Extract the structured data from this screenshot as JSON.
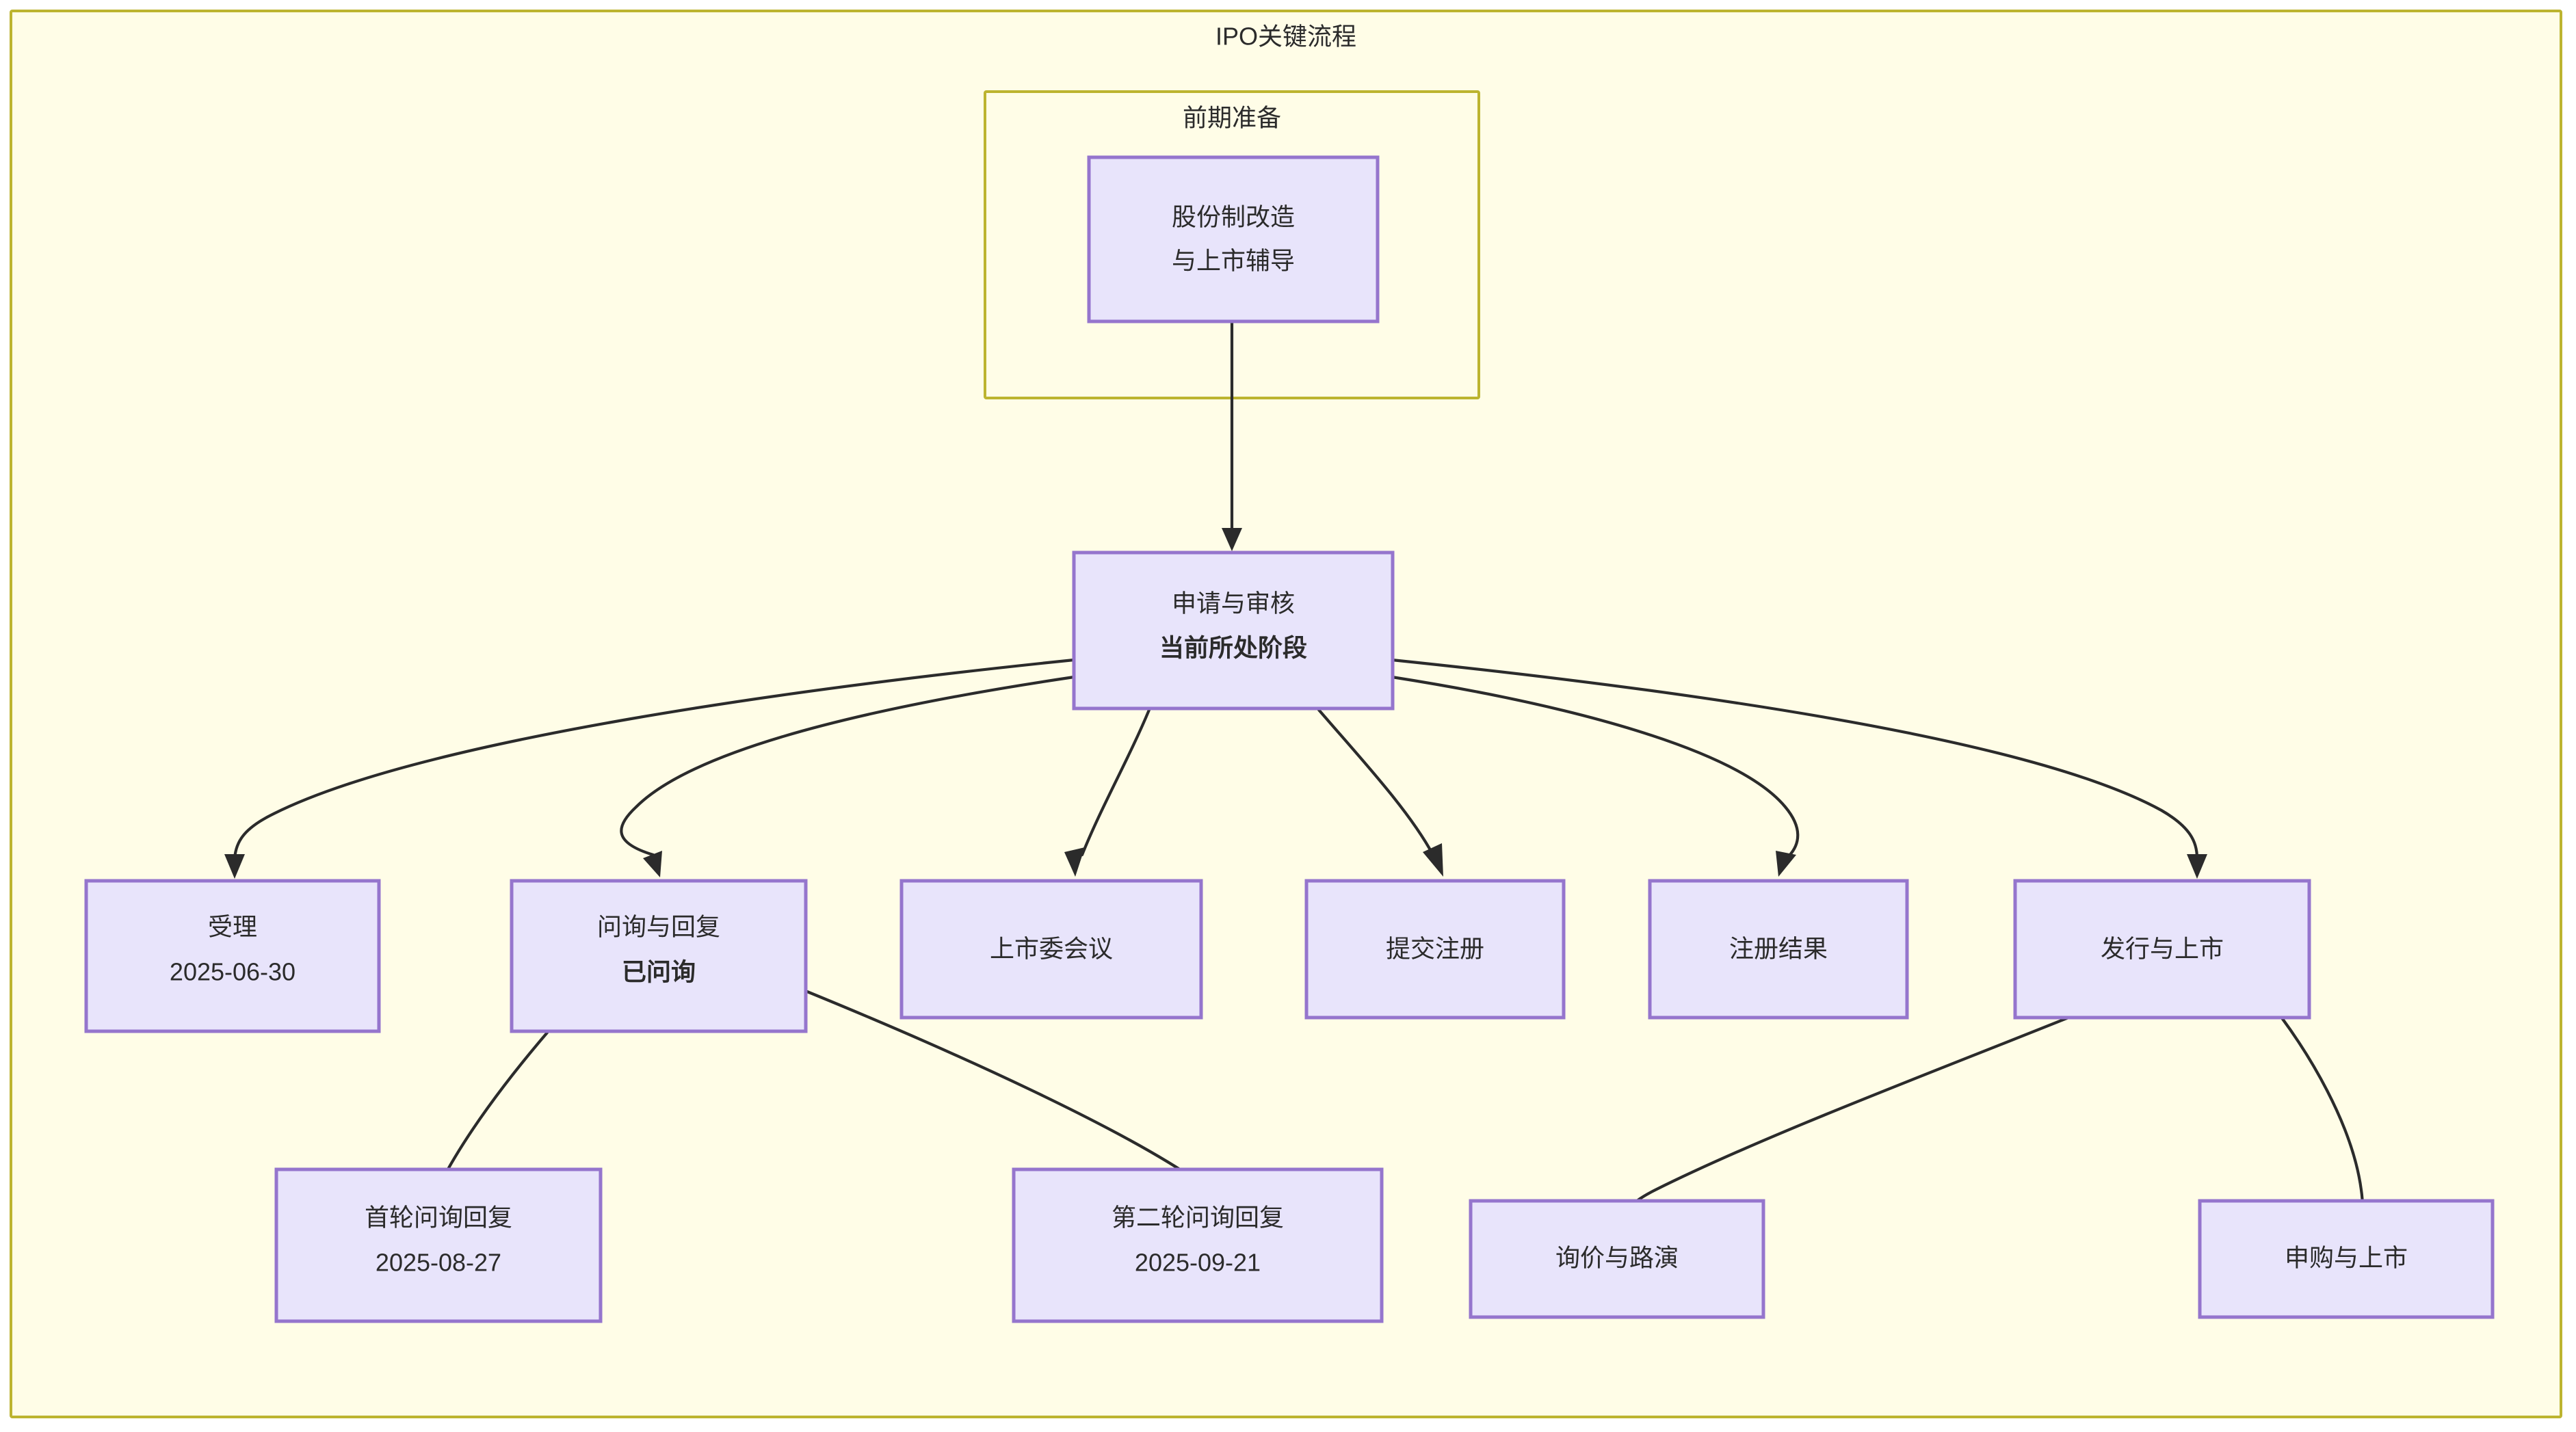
{
  "diagram": {
    "title": "IPO关键流程",
    "type": "flowchart",
    "direction": "top-down",
    "colors": {
      "frame_fill": "#fffde7",
      "frame_stroke": "#bcb430",
      "cluster_fill": "#fffde7",
      "cluster_stroke": "#bcb430",
      "node_fill": "#e8e4fb",
      "node_stroke": "#9575cd",
      "edge_stroke": "#2b2b2b",
      "text": "#2b2b2b"
    }
  },
  "clusters": [
    {
      "id": "prep",
      "title": "前期准备"
    }
  ],
  "nodes": [
    {
      "id": "n-restructure",
      "line1": "股份制改造",
      "line2": "与上市辅导",
      "line2_bold": false
    },
    {
      "id": "n-review",
      "line1": "申请与审核",
      "line2": "当前所处阶段",
      "line2_bold": true
    },
    {
      "id": "n-accept",
      "line1": "受理",
      "line2": "2025-06-30",
      "line2_bold": false
    },
    {
      "id": "n-inquiry",
      "line1": "问询与回复",
      "line2": "已问询",
      "line2_bold": true
    },
    {
      "id": "n-committee",
      "line1": "上市委会议",
      "line2": "",
      "line2_bold": false
    },
    {
      "id": "n-submit",
      "line1": "提交注册",
      "line2": "",
      "line2_bold": false
    },
    {
      "id": "n-result",
      "line1": "注册结果",
      "line2": "",
      "line2_bold": false
    },
    {
      "id": "n-issue",
      "line1": "发行与上市",
      "line2": "",
      "line2_bold": false
    },
    {
      "id": "n-round1",
      "line1": "首轮问询回复",
      "line2": "2025-08-27",
      "line2_bold": false
    },
    {
      "id": "n-round2",
      "line1": "第二轮问询回复",
      "line2": "2025-09-21",
      "line2_bold": false
    },
    {
      "id": "n-roadshow",
      "line1": "询价与路演",
      "line2": "",
      "line2_bold": false
    },
    {
      "id": "n-subscribe",
      "line1": "申购与上市",
      "line2": "",
      "line2_bold": false
    }
  ],
  "edges": [
    {
      "from": "n-restructure",
      "to": "n-review"
    },
    {
      "from": "n-review",
      "to": "n-accept"
    },
    {
      "from": "n-review",
      "to": "n-inquiry"
    },
    {
      "from": "n-review",
      "to": "n-committee"
    },
    {
      "from": "n-review",
      "to": "n-submit"
    },
    {
      "from": "n-review",
      "to": "n-result"
    },
    {
      "from": "n-review",
      "to": "n-issue"
    },
    {
      "from": "n-inquiry",
      "to": "n-round1"
    },
    {
      "from": "n-inquiry",
      "to": "n-round2"
    },
    {
      "from": "n-issue",
      "to": "n-roadshow"
    },
    {
      "from": "n-issue",
      "to": "n-subscribe"
    }
  ]
}
